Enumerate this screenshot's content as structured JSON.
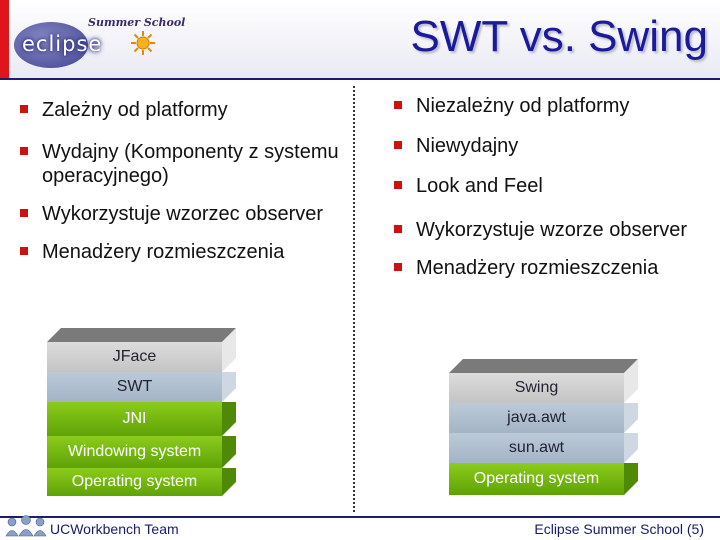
{
  "logo": {
    "subtitle": "Summer School",
    "wordmark": "eclipse"
  },
  "title": "SWT vs. Swing",
  "left_items": [
    "Zależny od platformy",
    "Wydajny (Komponenty z systemu operacyjnego)",
    "Wykorzystuje wzorzec observer",
    "Menadżery rozmieszczenia"
  ],
  "right_items": [
    "Niezależny od platformy",
    "Niewydajny",
    "Look and Feel",
    "Wykorzystuje wzorze observer",
    "Menadżery rozmieszczenia"
  ],
  "swt_stack": [
    "JFace",
    "SWT",
    "JNI",
    "Windowing system",
    "Operating system"
  ],
  "swing_stack": [
    "Swing",
    "java.awt",
    "sun.awt",
    "Operating system"
  ],
  "footer": {
    "left": "UCWorkbench Team",
    "right": "Eclipse Summer School (5)"
  },
  "colors": {
    "accent_red": "#e0141b",
    "title_blue": "#1a1a9a",
    "layer_gray": "#c8c8c8",
    "layer_blue": "#a8b8c8",
    "layer_green": "#6cb010"
  },
  "icons": [
    "eclipse-logo-icon",
    "sun-icon",
    "team-people-icon",
    "square-bullet-icon"
  ]
}
